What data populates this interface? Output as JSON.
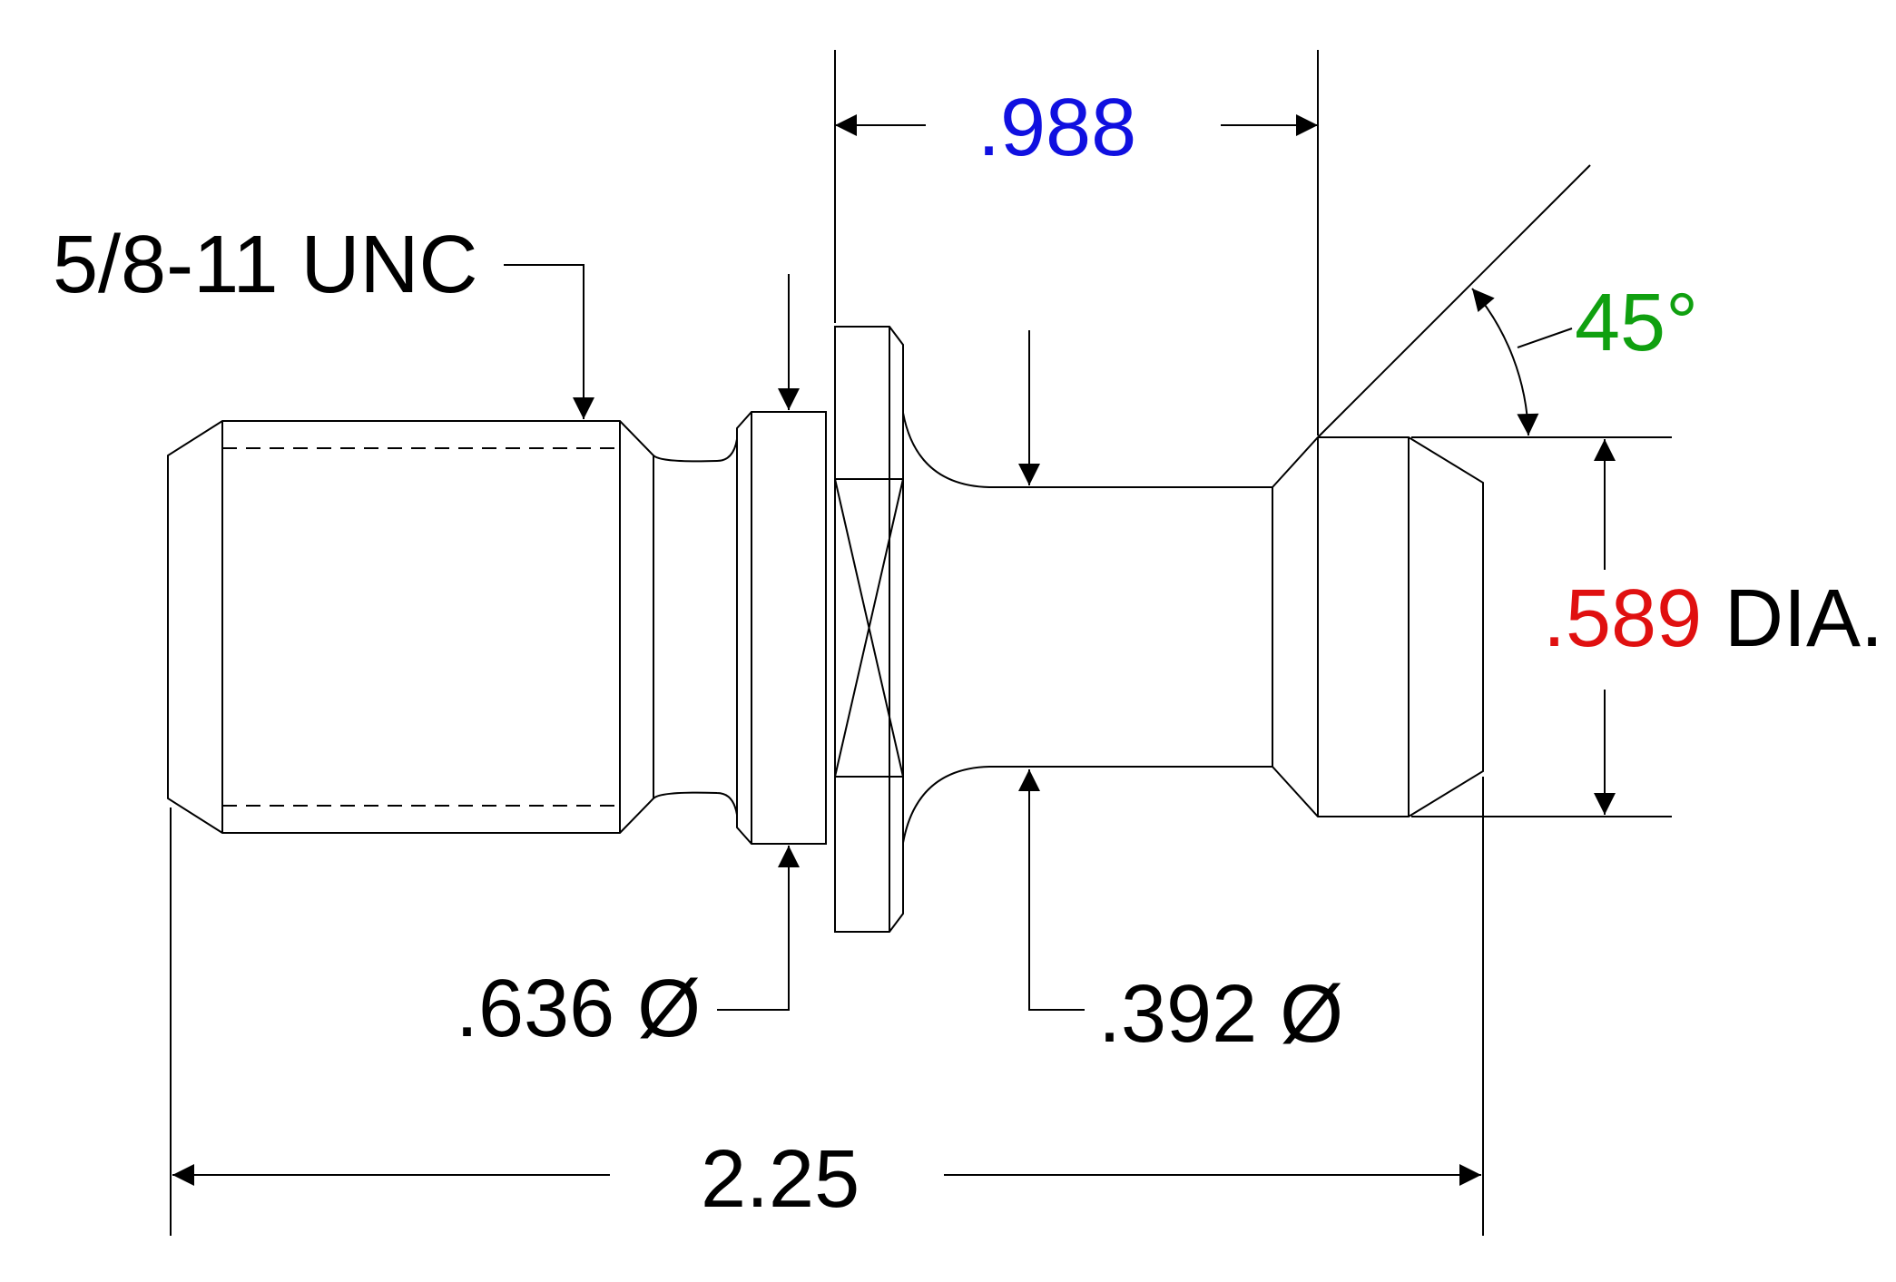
{
  "dimensions": {
    "flange_to_head": ".988",
    "thread_spec": "5/8-11 UNC",
    "angle": "45°",
    "head_diameter_value": ".589",
    "head_diameter_suffix": "DIA.",
    "collar_diameter": ".636 Ø",
    "neck_diameter": ".392 Ø",
    "overall_length": "2.25"
  },
  "colors": {
    "flange_to_head": "#1010e0",
    "angle": "#10a010",
    "head_diameter_value": "#e01010",
    "default": "#000000"
  }
}
